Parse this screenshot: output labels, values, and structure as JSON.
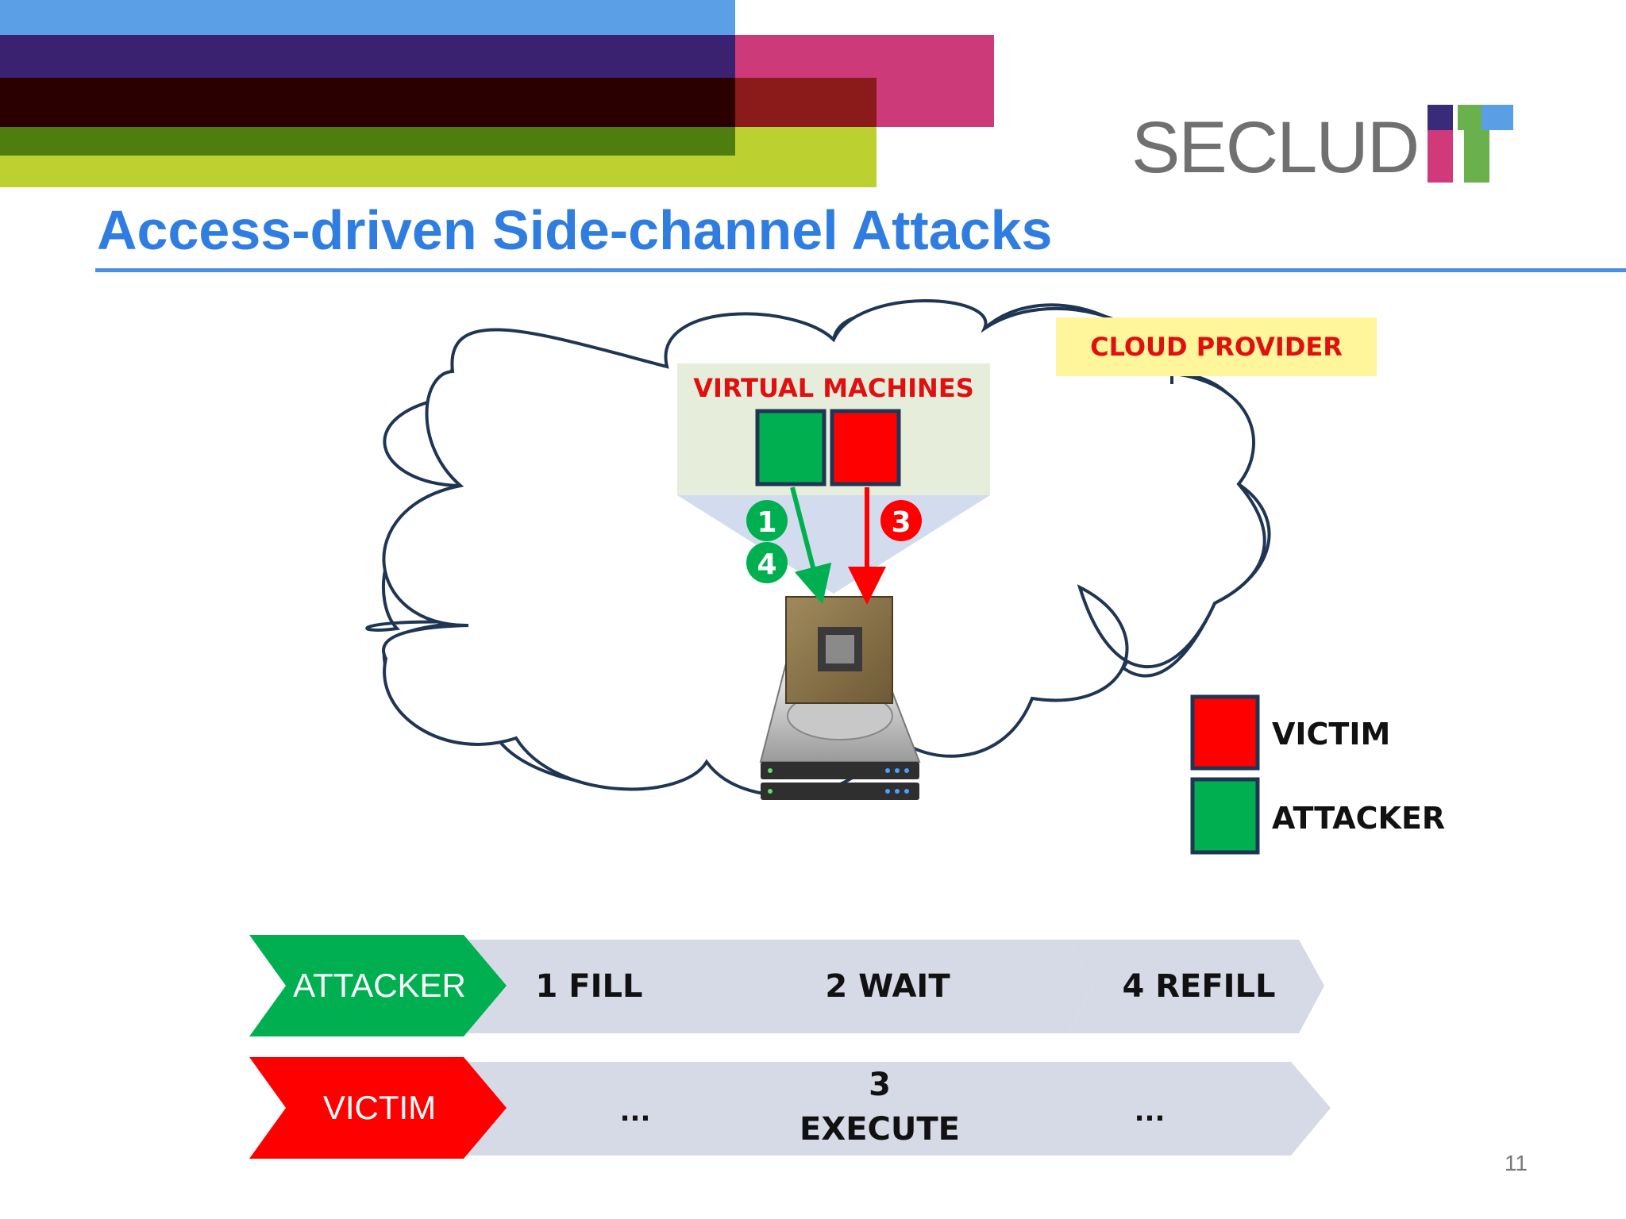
{
  "logo": {
    "text": "SECLUD",
    "colors": [
      "#3a2a7a",
      "#d13a7a",
      "#6ab04c",
      "#5a9ee6"
    ]
  },
  "header": {
    "bar_colors": [
      "#5b9fe6",
      "#3a2270",
      "#2a0000",
      "#cc3a7a",
      "#8b1a1a",
      "#4e7d10",
      "#bcd030"
    ]
  },
  "slide": {
    "title": "Access-driven Side-channel Attacks",
    "page_number": "11"
  },
  "diagram": {
    "cloud_provider_label": "CLOUD PROVIDER",
    "virtual_machines_label": "VIRTUAL MACHINES",
    "steps": {
      "step1": "1",
      "step4": "4",
      "step3": "3"
    },
    "legend": [
      {
        "label": "VICTIM",
        "color": "#ff0000"
      },
      {
        "label": "ATTACKER",
        "color": "#00b050"
      }
    ],
    "colors": {
      "attacker": "#00b050",
      "victim": "#ff0000",
      "chevron": "#d6dae6",
      "cloud_stroke": "#1f3554",
      "callout_fill": "#fff59a",
      "callout_text": "#e01010"
    }
  },
  "timeline": {
    "attacker": {
      "label": "ATTACKER",
      "steps": [
        "1 FILL",
        "2 WAIT",
        "4 REFILL"
      ]
    },
    "victim": {
      "label": "VICTIM",
      "steps": [
        "...",
        "3",
        "EXECUTE",
        "..."
      ]
    }
  }
}
